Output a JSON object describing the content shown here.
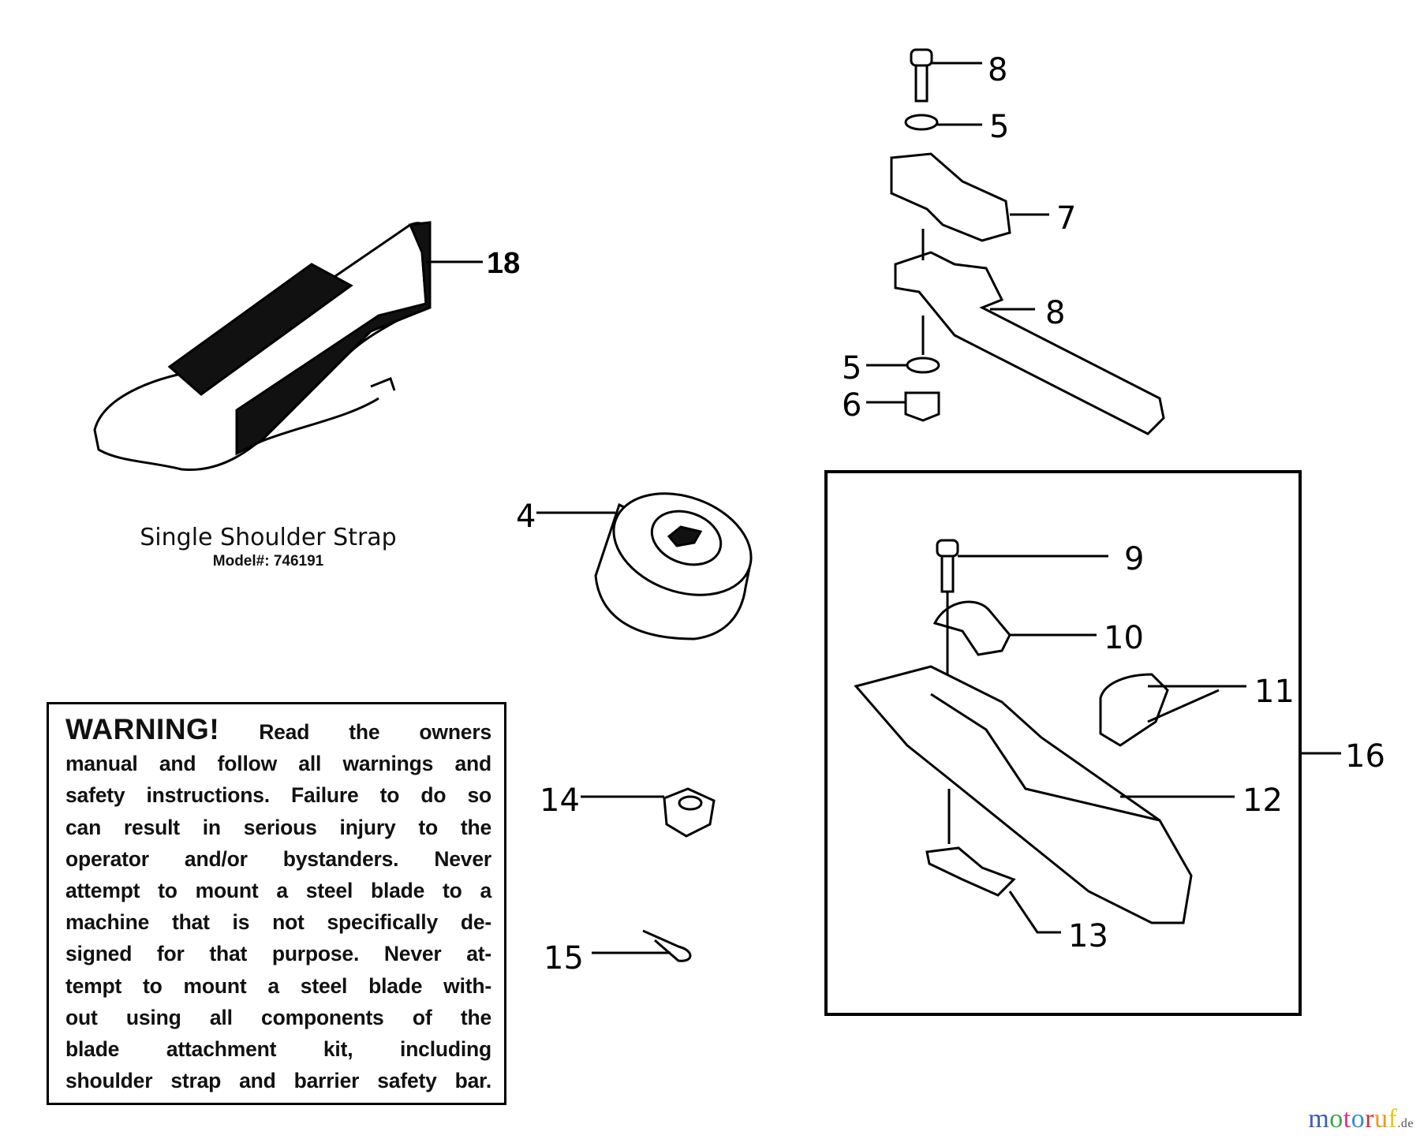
{
  "callouts": {
    "bolt_top": "8",
    "washer_top": "5",
    "clamp_upper": "7",
    "clamp_lower": "8",
    "washer_bottom": "5",
    "nut": "6",
    "strap": "18",
    "cup": "4",
    "screw": "9",
    "clamp_small": "10",
    "clip": "11",
    "kit": "16",
    "shield": "12",
    "bracket": "13",
    "hex_nut": "14",
    "cotter_pin": "15"
  },
  "caption": {
    "title": "Single Shoulder Strap",
    "model": "Model#: 746191"
  },
  "warning": {
    "heading": "WARNING!",
    "lines": [
      "Read the owners",
      "manual and follow all warnings and",
      "safety instructions. Failure to do so",
      "can result in serious injury to the",
      "operator and/or bystanders. Never",
      "attempt to mount a steel blade to a",
      "machine that is not specifically de-",
      "signed for that purpose. Never at-",
      "tempt to mount a steel blade with-",
      "out using all components of the",
      "blade attachment kit, including",
      "shoulder strap and barrier safety bar."
    ]
  },
  "logo": {
    "letters": [
      "m",
      "o",
      "t",
      "o",
      "r",
      "u",
      "f"
    ],
    "colors": [
      "#3b5fa8",
      "#3aa645",
      "#e0308a",
      "#2f8fd0",
      "#d8302f",
      "#e99a1d",
      "#e8c51a"
    ],
    "suffix": ".de"
  }
}
